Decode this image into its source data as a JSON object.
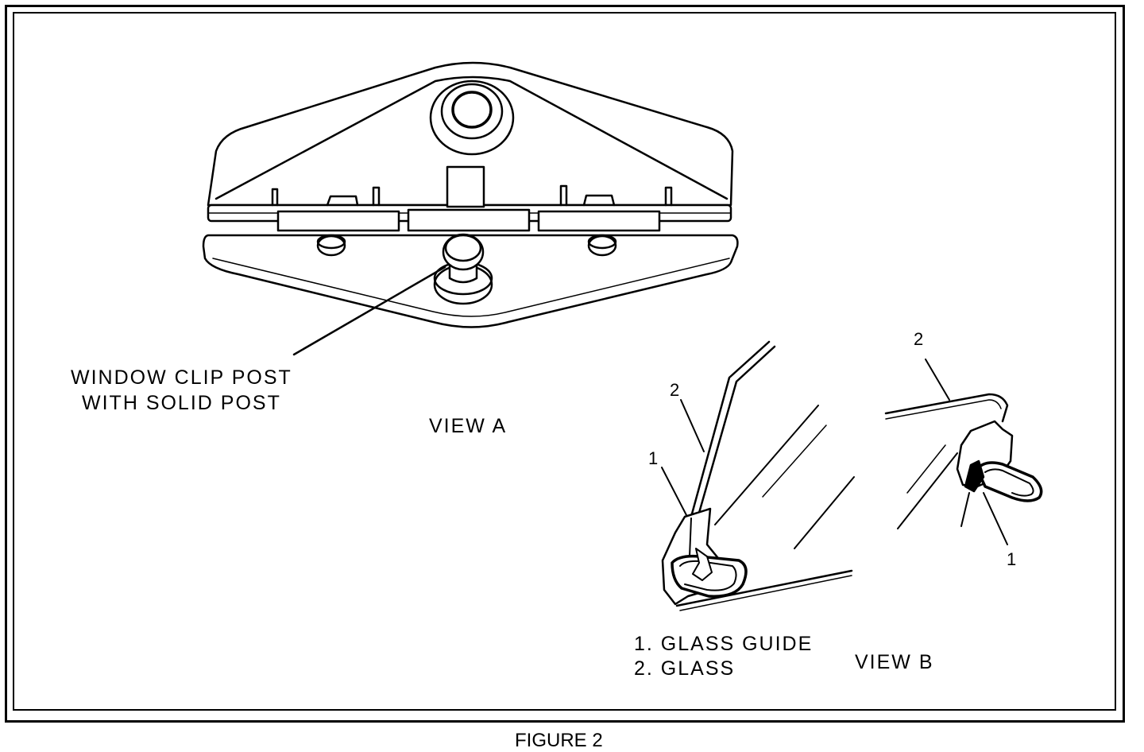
{
  "view_a": {
    "callout_line1": "WINDOW CLIP POST",
    "callout_line2": "WITH SOLID POST",
    "title": "VIEW A"
  },
  "view_b": {
    "title": "VIEW B",
    "left_callout_1": "1",
    "left_callout_2": "2",
    "right_callout_1": "1",
    "right_callout_2": "2",
    "legend": [
      "1. GLASS GUIDE",
      "2. GLASS"
    ]
  },
  "caption": "FIGURE 2"
}
